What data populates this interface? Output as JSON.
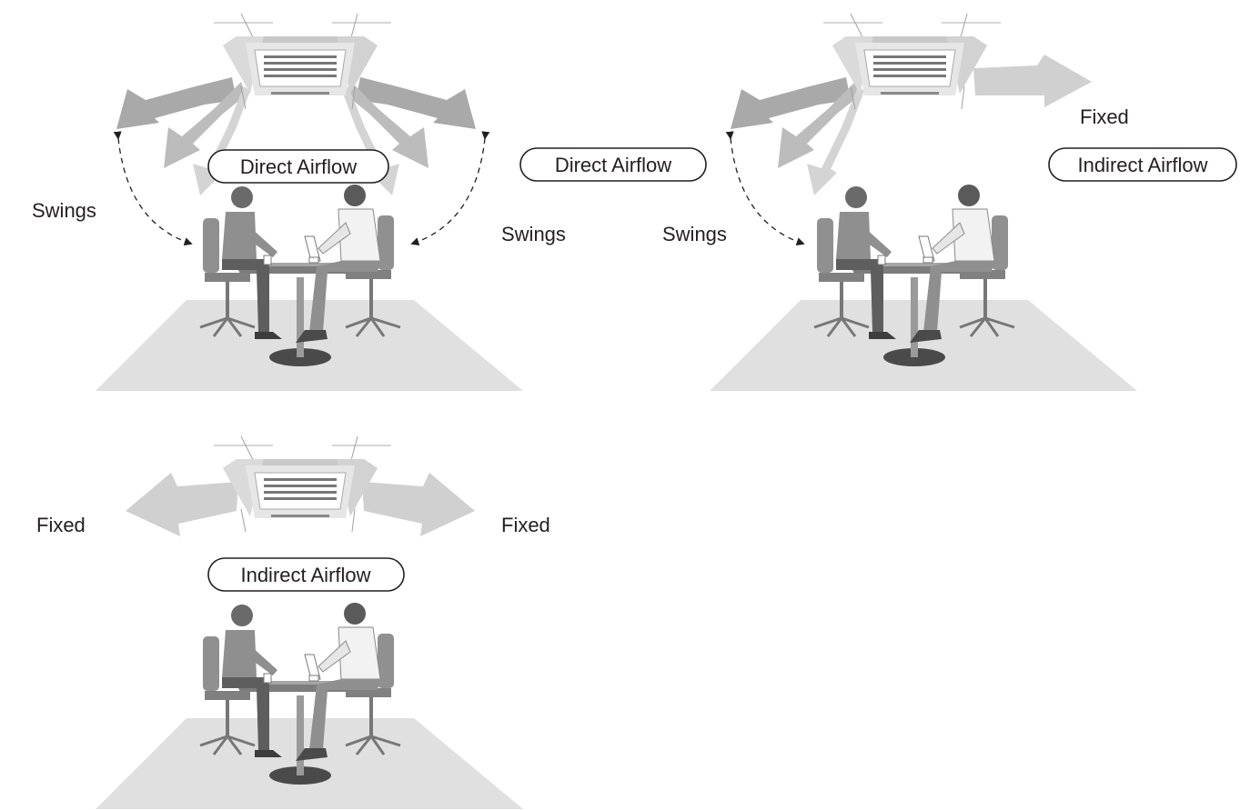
{
  "panel_a": {
    "mode_label": "Direct Airflow",
    "swing_left": "Swings",
    "swing_right": "Swings"
  },
  "panel_b": {
    "mode_label_direct": "Direct Airflow",
    "mode_label_indirect": "Indirect Airflow",
    "swing_label": "Swings",
    "fixed_label": "Fixed"
  },
  "panel_c": {
    "mode_label": "Indirect Airflow",
    "fixed_left": "Fixed",
    "fixed_right": "Fixed"
  },
  "colors": {
    "text": "#231f20",
    "arrow_dark": "#a8a8a8",
    "arrow_light": "#cdcdcd",
    "floor": "#e0e0e0",
    "person": "#8a8a8a",
    "person_dark": "#5e5e5e",
    "unit": "#c8c8c8"
  }
}
